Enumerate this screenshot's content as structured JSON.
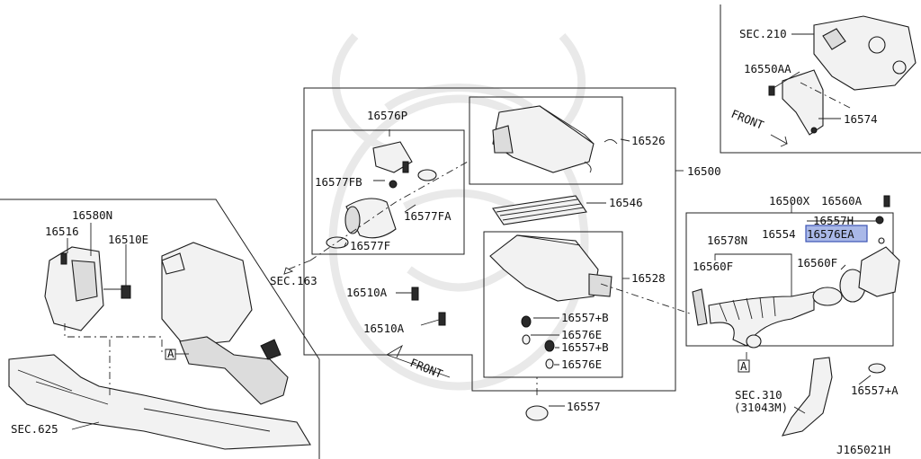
{
  "labels": {
    "sec210": "SEC.210",
    "p16550AA": "16550AA",
    "p16574": "16574",
    "front_top": "FRONT",
    "p16576P": "16576P",
    "p16526": "16526",
    "p16500": "16500",
    "p16577FB": "16577FB",
    "p16577FA": "16577FA",
    "p16577F": "16577F",
    "p16546": "16546",
    "p16528": "16528",
    "sec163": "SEC.163",
    "p16510A_1": "16510A",
    "p16510A_2": "16510A",
    "front_mid": "FRONT",
    "p16557B_1": "16557+B",
    "p16576E_1": "16576E",
    "p16557B_2": "16557+B",
    "p16576E_2": "16576E",
    "p16557": "16557",
    "p16500X": "16500X",
    "p16560A": "16560A",
    "p16557H": "16557H",
    "p16554": "16554",
    "p16576EA": "16576EA",
    "p16578N": "16578N",
    "p16560F_1": "16560F",
    "p16560F_2": "16560F",
    "refA_right": "A",
    "sec310": "SEC.310",
    "sec310b": "(31043M)",
    "p16557A": "16557+A",
    "p16580N": "16580N",
    "p16516": "16516",
    "p16510E": "16510E",
    "refA_left": "A",
    "sec625": "SEC.625",
    "diagram_code": "J165021H"
  }
}
